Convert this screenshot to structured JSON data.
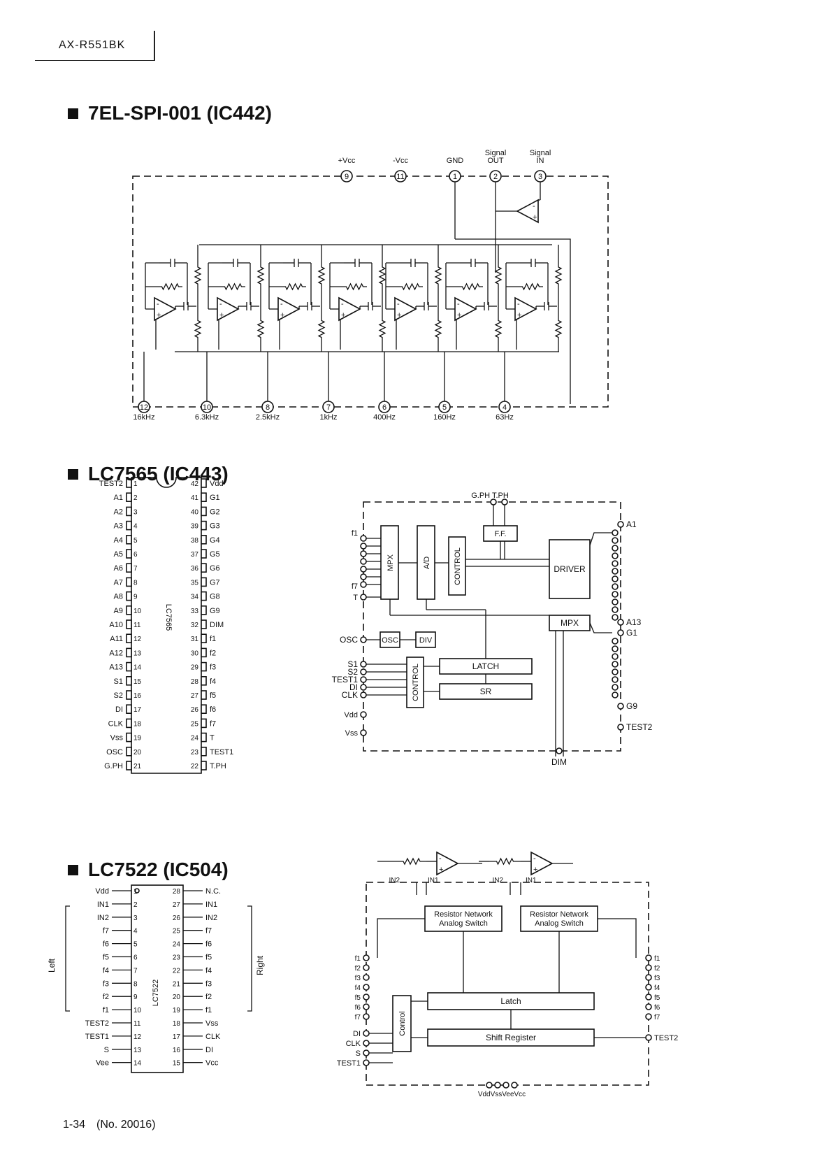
{
  "header": {
    "model": "AX-R551BK"
  },
  "footer": {
    "page": "1-34",
    "doc_no": "(No. 20016)"
  },
  "ic442": {
    "title": "7EL-SPI-001 (IC442)",
    "top_pins": [
      {
        "label": "+Vcc",
        "num": "9"
      },
      {
        "label": "-Vcc",
        "num": "11"
      },
      {
        "label": "GND",
        "num": "1"
      },
      {
        "label": "Signal OUT",
        "num": "2"
      },
      {
        "label": "Signal IN",
        "num": "3"
      }
    ],
    "bottom_pins": [
      {
        "num": "12",
        "freq": "16kHz"
      },
      {
        "num": "10",
        "freq": "6.3kHz"
      },
      {
        "num": "8",
        "freq": "2.5kHz"
      },
      {
        "num": "7",
        "freq": "1kHz"
      },
      {
        "num": "6",
        "freq": "400Hz"
      },
      {
        "num": "5",
        "freq": "160Hz"
      },
      {
        "num": "4",
        "freq": "63Hz"
      }
    ]
  },
  "ic443": {
    "title": "LC7565 (IC443)",
    "chip_label": "LC7565",
    "left_pins": [
      "TEST2",
      "A1",
      "A2",
      "A3",
      "A4",
      "A5",
      "A6",
      "A7",
      "A8",
      "A9",
      "A10",
      "A11",
      "A12",
      "A13",
      "S1",
      "S2",
      "DI",
      "CLK",
      "Vss",
      "OSC",
      "G.PH"
    ],
    "right_pins": [
      "Vdd",
      "G1",
      "G2",
      "G3",
      "G4",
      "G5",
      "G6",
      "G7",
      "G8",
      "G9",
      "DIM",
      "f1",
      "f2",
      "f3",
      "f4",
      "f5",
      "f6",
      "f7",
      "T",
      "TEST1",
      "T.PH"
    ],
    "blocks": {
      "mpx": "MPX",
      "ad": "A/D",
      "control": "CONTROL",
      "ff": "F.F.",
      "driver": "DRIVER",
      "mpx2": "MPX",
      "osc": "OSC",
      "div": "DIV",
      "latch": "LATCH",
      "sr": "SR",
      "control2": "CONTROL"
    },
    "terminals": {
      "gph": "G.PH",
      "tph": "T.PH",
      "f1": "f1",
      "f7": "f7",
      "t": "T",
      "osc": "OSC",
      "s1": "S1",
      "s2": "S2",
      "test1": "TEST1",
      "di": "DI",
      "clk": "CLK",
      "vdd": "Vdd",
      "vss": "Vss",
      "a1": "A1",
      "a13": "A13",
      "g1": "G1",
      "g9": "G9",
      "test2": "TEST2",
      "dim": "DIM"
    }
  },
  "ic504": {
    "title": "LC7522 (IC504)",
    "chip_label": "LC7522",
    "left_pins": [
      "Vdd",
      "IN1",
      "IN2",
      "f7",
      "f6",
      "f5",
      "f4",
      "f3",
      "f2",
      "f1",
      "TEST2",
      "TEST1",
      "S",
      "Vee"
    ],
    "right_pins": [
      "N.C.",
      "IN1",
      "IN2",
      "f7",
      "f6",
      "f5",
      "f4",
      "f3",
      "f2",
      "f1",
      "Vss",
      "CLK",
      "DI",
      "Vcc"
    ],
    "left_group": "Left",
    "right_group": "Right",
    "blocks": {
      "rn_left": [
        "Resistor Network",
        "Analog Switch"
      ],
      "rn_right": [
        "Resistor Network",
        "Analog Switch"
      ],
      "latch": "Latch",
      "shift": "Shift Register",
      "control": "Control"
    },
    "terminals": {
      "in2_l": "IN2",
      "in1_l": "IN1",
      "in2_r": "IN2",
      "in1_r": "IN1",
      "left_f": [
        "f1",
        "f2",
        "f3",
        "f4",
        "f5",
        "f6",
        "f7"
      ],
      "right_f": [
        "f1",
        "f2",
        "f3",
        "f4",
        "f5",
        "f6",
        "f7"
      ],
      "di": "DI",
      "clk": "CLK",
      "s": "S",
      "test1": "TEST1",
      "test2": "TEST2",
      "power": "VddVssVeeVcc"
    }
  }
}
